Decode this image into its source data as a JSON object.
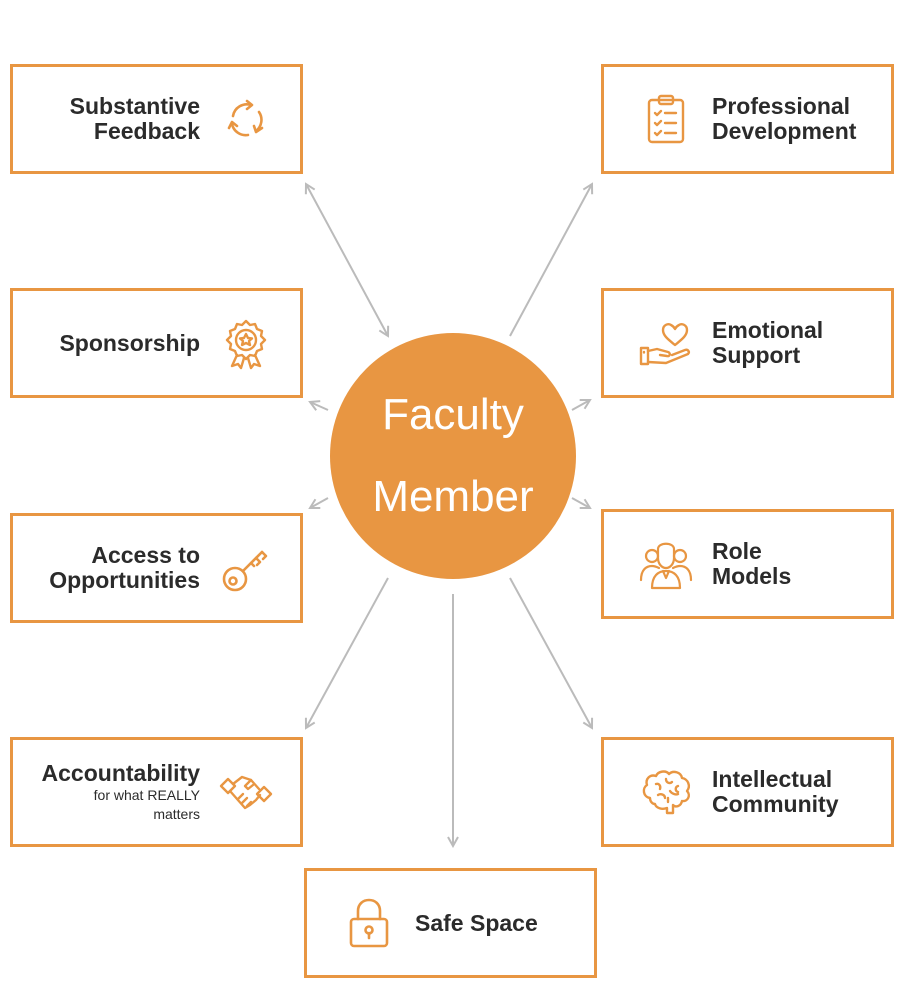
{
  "center": {
    "line1": "Faculty",
    "line2": "Member",
    "color": "#E89642"
  },
  "accent_color": "#E89642",
  "arrow_color": "#BBBBBB",
  "nodes": {
    "substantive_feedback": {
      "line1": "Substantive",
      "line2": "Feedback",
      "icon": "refresh-cycle-icon"
    },
    "sponsorship": {
      "line1": "Sponsorship",
      "icon": "award-badge-icon"
    },
    "access_to_opportunities": {
      "line1": "Access to",
      "line2": "Opportunities",
      "icon": "key-icon"
    },
    "accountability": {
      "line1": "Accountability",
      "sub1": "for what REALLY",
      "sub2": "matters",
      "icon": "handshake-icon"
    },
    "professional_development": {
      "line1": "Professional",
      "line2": "Development",
      "icon": "clipboard-checklist-icon"
    },
    "emotional_support": {
      "line1": "Emotional",
      "line2": "Support",
      "icon": "hand-heart-icon"
    },
    "role_models": {
      "line1": "Role",
      "line2": "Models",
      "icon": "people-group-icon"
    },
    "intellectual_community": {
      "line1": "Intellectual",
      "line2": "Community",
      "icon": "brain-icon"
    },
    "safe_space": {
      "line1": "Safe Space",
      "icon": "padlock-icon"
    }
  }
}
